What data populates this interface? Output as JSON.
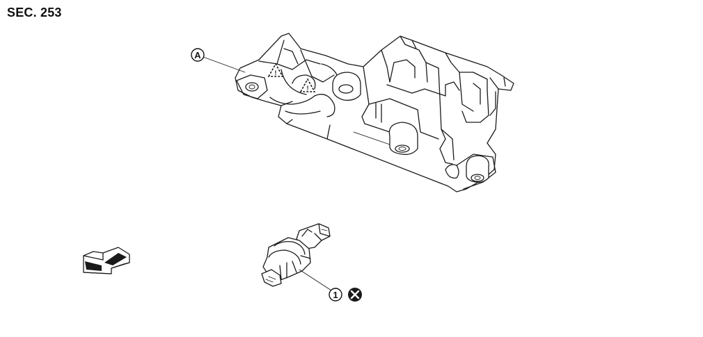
{
  "section_label": "SEC. 253",
  "callouts": {
    "bracket_label": "A",
    "part_label": "1"
  },
  "icons": {
    "part_marker": "do-not-reuse-x-icon",
    "arrow": "front-direction-arrow-icon",
    "hazard": "triangle-caution-icon"
  }
}
